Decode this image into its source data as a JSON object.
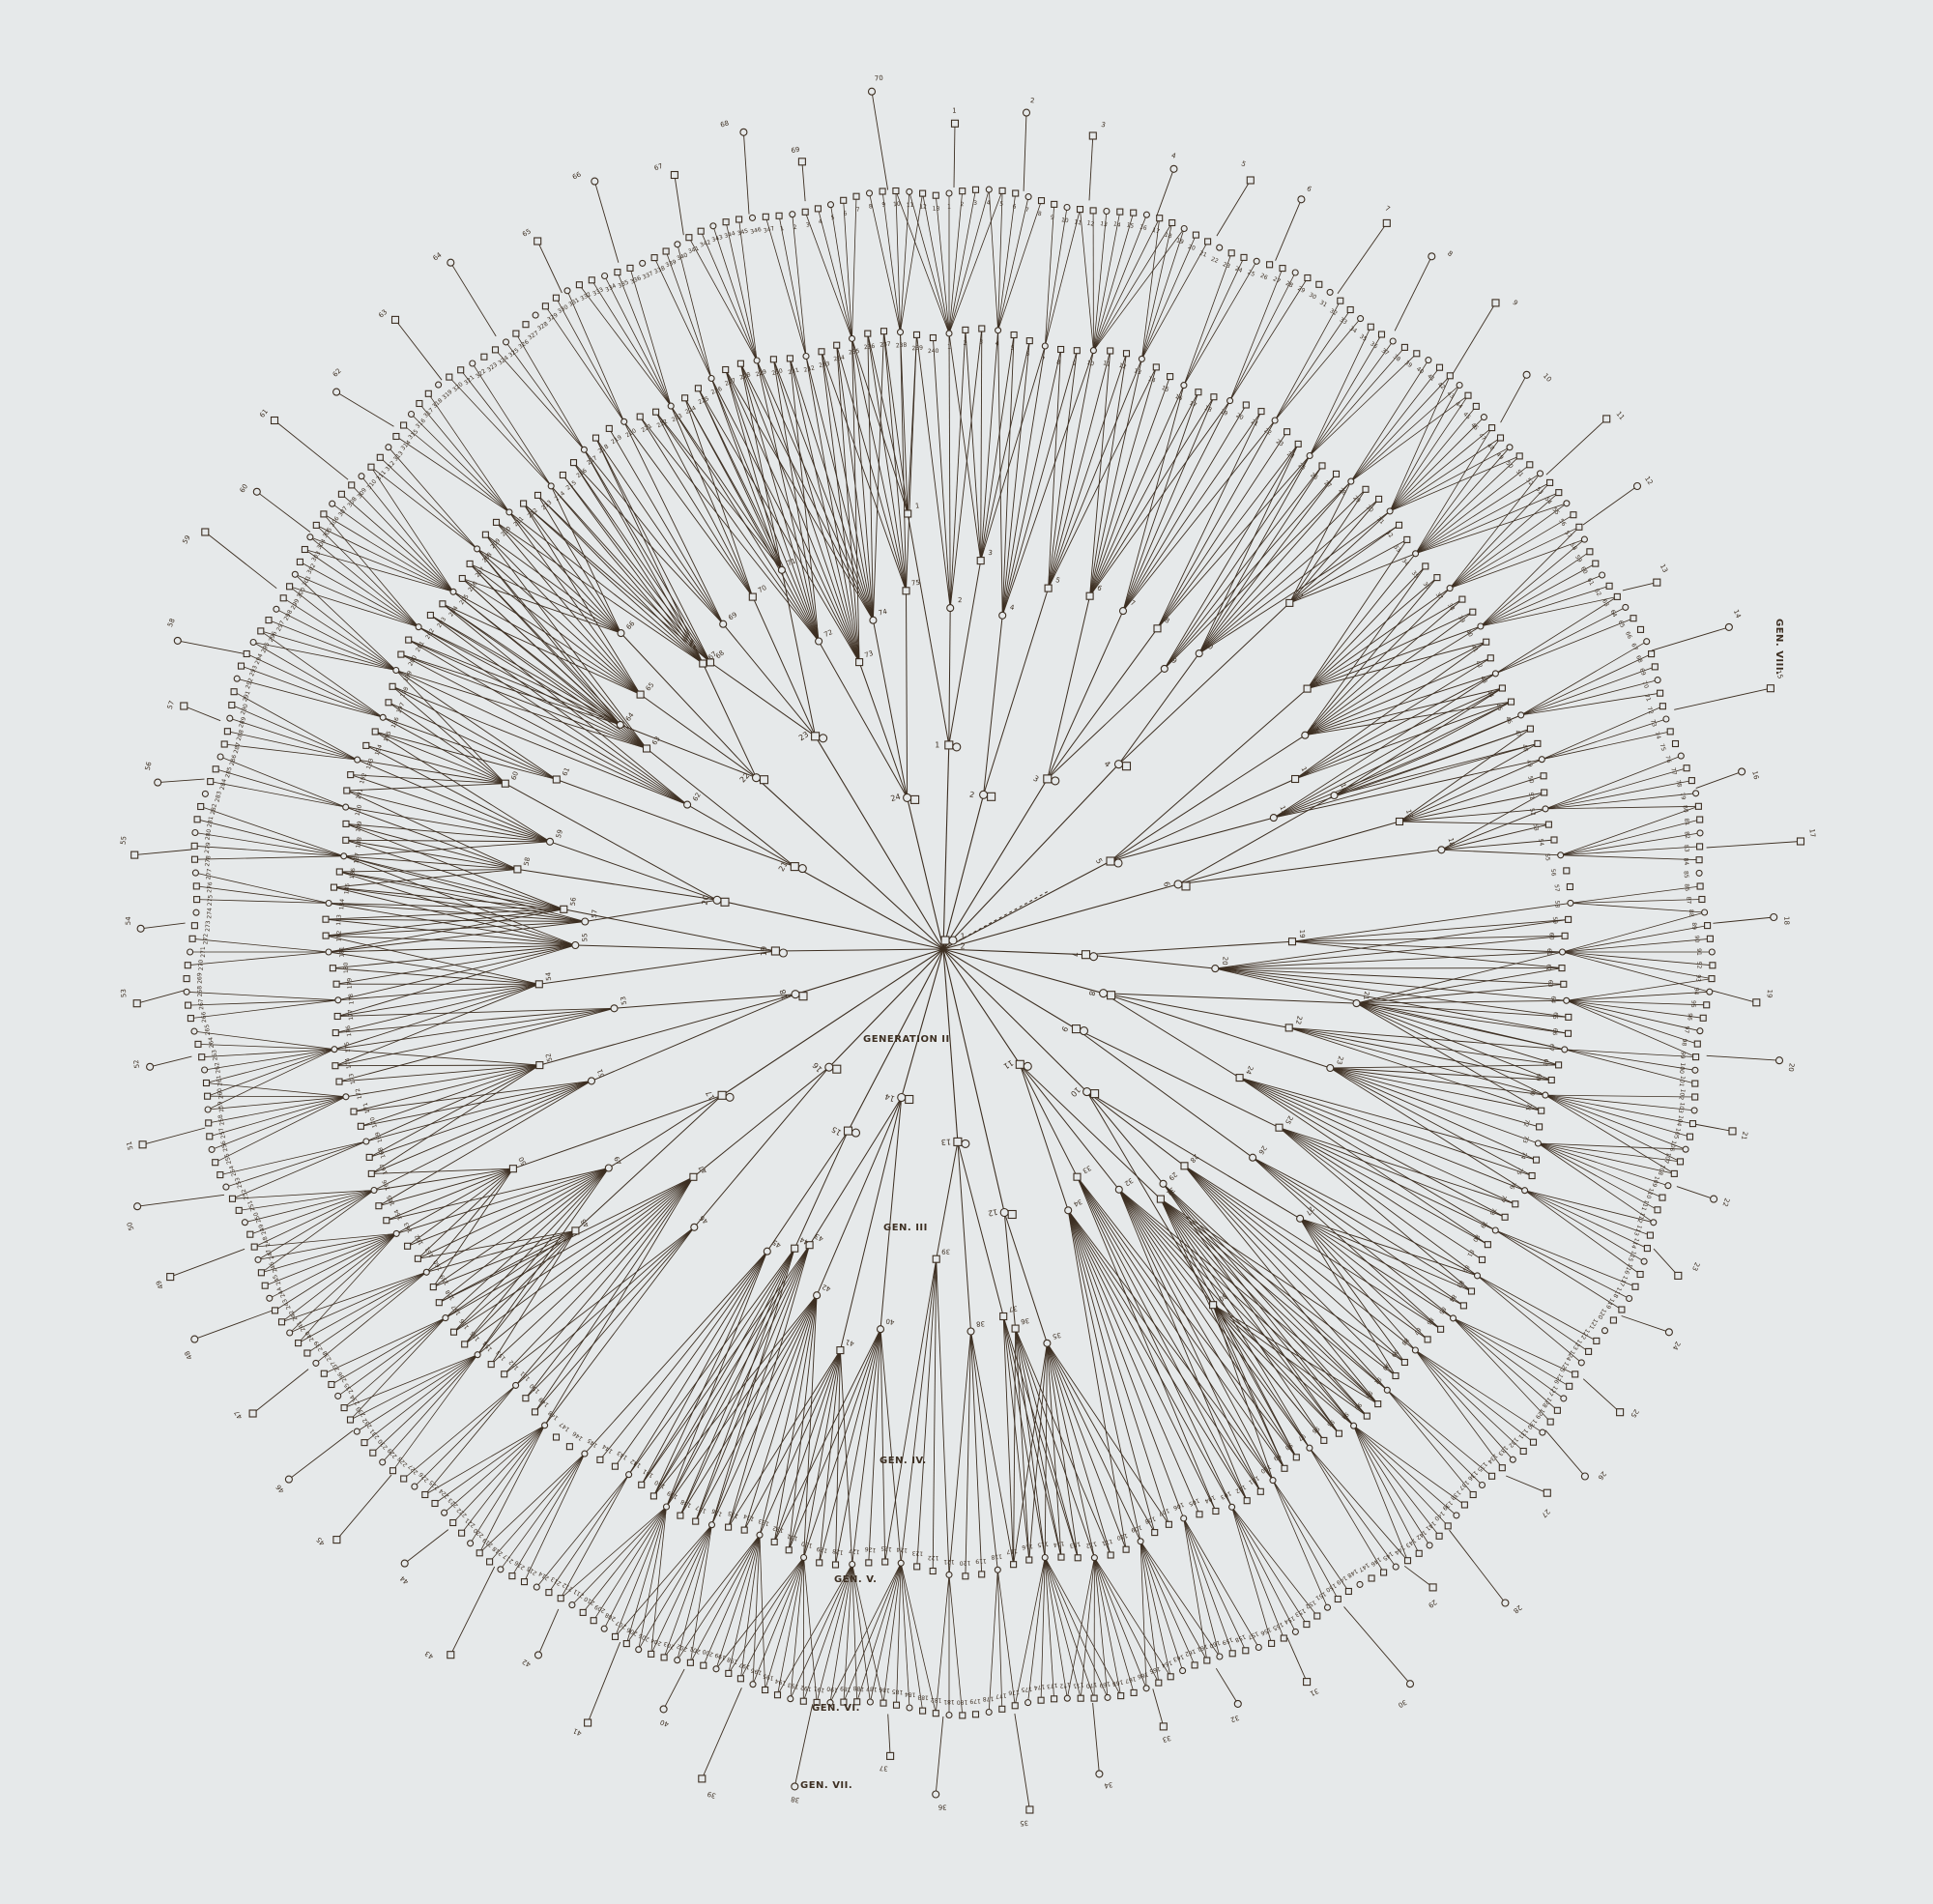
{
  "pedigree": {
    "ink_color": "#3d2f22",
    "background_color": "#e6e9ea",
    "symbols": {
      "male": "square-icon",
      "female": "circle-icon"
    },
    "generation_labels": [
      "GENERATION II",
      "GEN. III",
      "GEN. IV.",
      "GEN. V.",
      "GEN. VI.",
      "GEN. VII."
    ],
    "edge_label": "GEN. VIII.",
    "founder_labels": [
      "1",
      "2"
    ],
    "gen2_numbers": [
      "1",
      "2",
      "3",
      "4",
      "5",
      "6",
      "7",
      "8",
      "9",
      "10",
      "11",
      "12",
      "13",
      "14",
      "15",
      "16",
      "17",
      "18",
      "19",
      "20",
      "21",
      "22",
      "23",
      "24",
      "25",
      "26",
      "27",
      "28",
      "29",
      "30",
      "31",
      "32",
      "33",
      "34",
      "35",
      "36",
      "37"
    ],
    "gen3_numbers": [
      "1",
      "2",
      "3",
      "4",
      "5",
      "6",
      "7",
      "8",
      "9",
      "10",
      "11",
      "12",
      "13",
      "14",
      "15",
      "16",
      "17",
      "18",
      "19",
      "20",
      "21",
      "22",
      "23",
      "24",
      "25",
      "26",
      "27",
      "28",
      "29",
      "30",
      "31",
      "32",
      "33",
      "34",
      "35",
      "36",
      "37",
      "38",
      "39",
      "40",
      "41",
      "42",
      "43",
      "44",
      "45",
      "46",
      "47",
      "48",
      "49",
      "50",
      "51",
      "52",
      "53",
      "54",
      "55",
      "56",
      "57",
      "58",
      "59",
      "60",
      "61",
      "62",
      "63",
      "64",
      "65",
      "66",
      "67",
      "68",
      "69",
      "70",
      "71",
      "72",
      "73",
      "74",
      "75",
      "76",
      "77",
      "78",
      "79",
      "80",
      "81",
      "82",
      "83",
      "84",
      "85",
      "86",
      "87",
      "88",
      "89",
      "90",
      "91",
      "92"
    ],
    "gen4_numbers": [
      "1",
      "2",
      "3",
      "4",
      "5",
      "6",
      "7",
      "8",
      "9",
      "10",
      "11",
      "12",
      "13",
      "14",
      "15",
      "16",
      "17",
      "18",
      "19",
      "20",
      "21",
      "22",
      "23",
      "24",
      "25",
      "26",
      "27",
      "28",
      "29",
      "30",
      "31",
      "32",
      "33",
      "34",
      "35",
      "36",
      "37",
      "38",
      "39",
      "40",
      "41",
      "42",
      "43",
      "44",
      "45",
      "46",
      "47",
      "48",
      "49",
      "50",
      "51",
      "52",
      "53",
      "54",
      "55",
      "56",
      "57",
      "58",
      "59",
      "60",
      "61",
      "62",
      "63",
      "64",
      "65",
      "66",
      "67",
      "68",
      "69",
      "70",
      "71",
      "72",
      "73",
      "74",
      "75",
      "76",
      "77",
      "78",
      "79",
      "80",
      "81",
      "82",
      "83",
      "84",
      "85",
      "86",
      "87",
      "88",
      "89",
      "90",
      "91",
      "92",
      "93",
      "94",
      "95",
      "96",
      "97",
      "98",
      "99",
      "100",
      "101",
      "102",
      "103",
      "104",
      "105",
      "106",
      "107",
      "108",
      "109",
      "110",
      "111",
      "112",
      "113",
      "114",
      "115",
      "116",
      "117",
      "118",
      "119",
      "120",
      "121",
      "122",
      "123",
      "124",
      "125",
      "126",
      "127",
      "128",
      "129",
      "130",
      "131",
      "132",
      "133",
      "134",
      "135",
      "136",
      "137",
      "138",
      "139",
      "140",
      "141",
      "142",
      "143",
      "144",
      "145",
      "146",
      "147",
      "148",
      "149",
      "150",
      "151",
      "152",
      "153",
      "154",
      "155",
      "156",
      "157",
      "158",
      "159",
      "160",
      "161",
      "162",
      "163",
      "164",
      "165",
      "166",
      "167",
      "168",
      "169",
      "170",
      "171",
      "172",
      "173",
      "174",
      "175",
      "176",
      "177",
      "178",
      "179",
      "180",
      "181",
      "182",
      "183",
      "184",
      "185",
      "186",
      "187",
      "188",
      "189",
      "190",
      "191",
      "192",
      "193",
      "194",
      "195",
      "196",
      "197",
      "198",
      "199",
      "200",
      "201",
      "202",
      "203",
      "204",
      "205",
      "206",
      "207",
      "208",
      "209",
      "210",
      "211",
      "212",
      "213",
      "214",
      "215",
      "216",
      "217",
      "218",
      "219",
      "220",
      "221",
      "222",
      "223",
      "224",
      "225",
      "226",
      "227",
      "228",
      "229",
      "230",
      "231",
      "232",
      "233",
      "234",
      "235",
      "236",
      "237",
      "238",
      "239",
      "240",
      "241",
      "242",
      "243",
      "244",
      "245",
      "246",
      "247",
      "248",
      "249",
      "250",
      "251",
      "252",
      "253",
      "254",
      "255",
      "256",
      "257",
      "258",
      "259",
      "260",
      "261",
      "262",
      "263",
      "264",
      "265",
      "266",
      "267",
      "268",
      "269",
      "270",
      "271",
      "272",
      "273",
      "274",
      "275",
      "276",
      "277",
      "278",
      "279",
      "280",
      "281",
      "282",
      "283",
      "284",
      "285",
      "286",
      "287",
      "288",
      "289",
      "290",
      "291",
      "292",
      "293",
      "294",
      "295",
      "296",
      "297",
      "298",
      "299",
      "300",
      "301",
      "302",
      "303",
      "304",
      "305",
      "306",
      "307",
      "308",
      "309",
      "310",
      "311",
      "312",
      "313",
      "314",
      "315",
      "316",
      "317",
      "318",
      "319",
      "320",
      "321",
      "322",
      "323",
      "324",
      "325",
      "326",
      "327",
      "328",
      "329",
      "330",
      "331",
      "332",
      "333",
      "334",
      "335",
      "336",
      "337",
      "338",
      "339",
      "340",
      "341",
      "342",
      "343",
      "344",
      "345",
      "346",
      "347"
    ],
    "outer_labels": [
      "1",
      "2",
      "3",
      "4",
      "5",
      "6",
      "7",
      "8",
      "9",
      "10",
      "11",
      "12",
      "13",
      "14",
      "15",
      "16",
      "17",
      "18",
      "19",
      "20",
      "21",
      "22",
      "23",
      "24",
      "25",
      "26",
      "27",
      "28",
      "29",
      "30",
      "31",
      "32",
      "33",
      "34",
      "35",
      "36",
      "37",
      "38",
      "39",
      "40",
      "41",
      "42",
      "43",
      "44",
      "45",
      "46",
      "47",
      "48",
      "49",
      "50",
      "51",
      "52",
      "53",
      "54",
      "55",
      "56",
      "57",
      "58",
      "59",
      "60",
      "61",
      "62",
      "63",
      "64",
      "65",
      "66",
      "67",
      "68",
      "69",
      "70",
      "71",
      "72",
      "73",
      "74",
      "75",
      "76",
      "77",
      "78",
      "79",
      "80",
      "81",
      "82",
      "83",
      "84",
      "85",
      "86",
      "87",
      "88",
      "89",
      "90",
      "91",
      "92",
      "93",
      "94",
      "95",
      "96",
      "97",
      "98",
      "99",
      "100",
      "101",
      "102"
    ]
  }
}
